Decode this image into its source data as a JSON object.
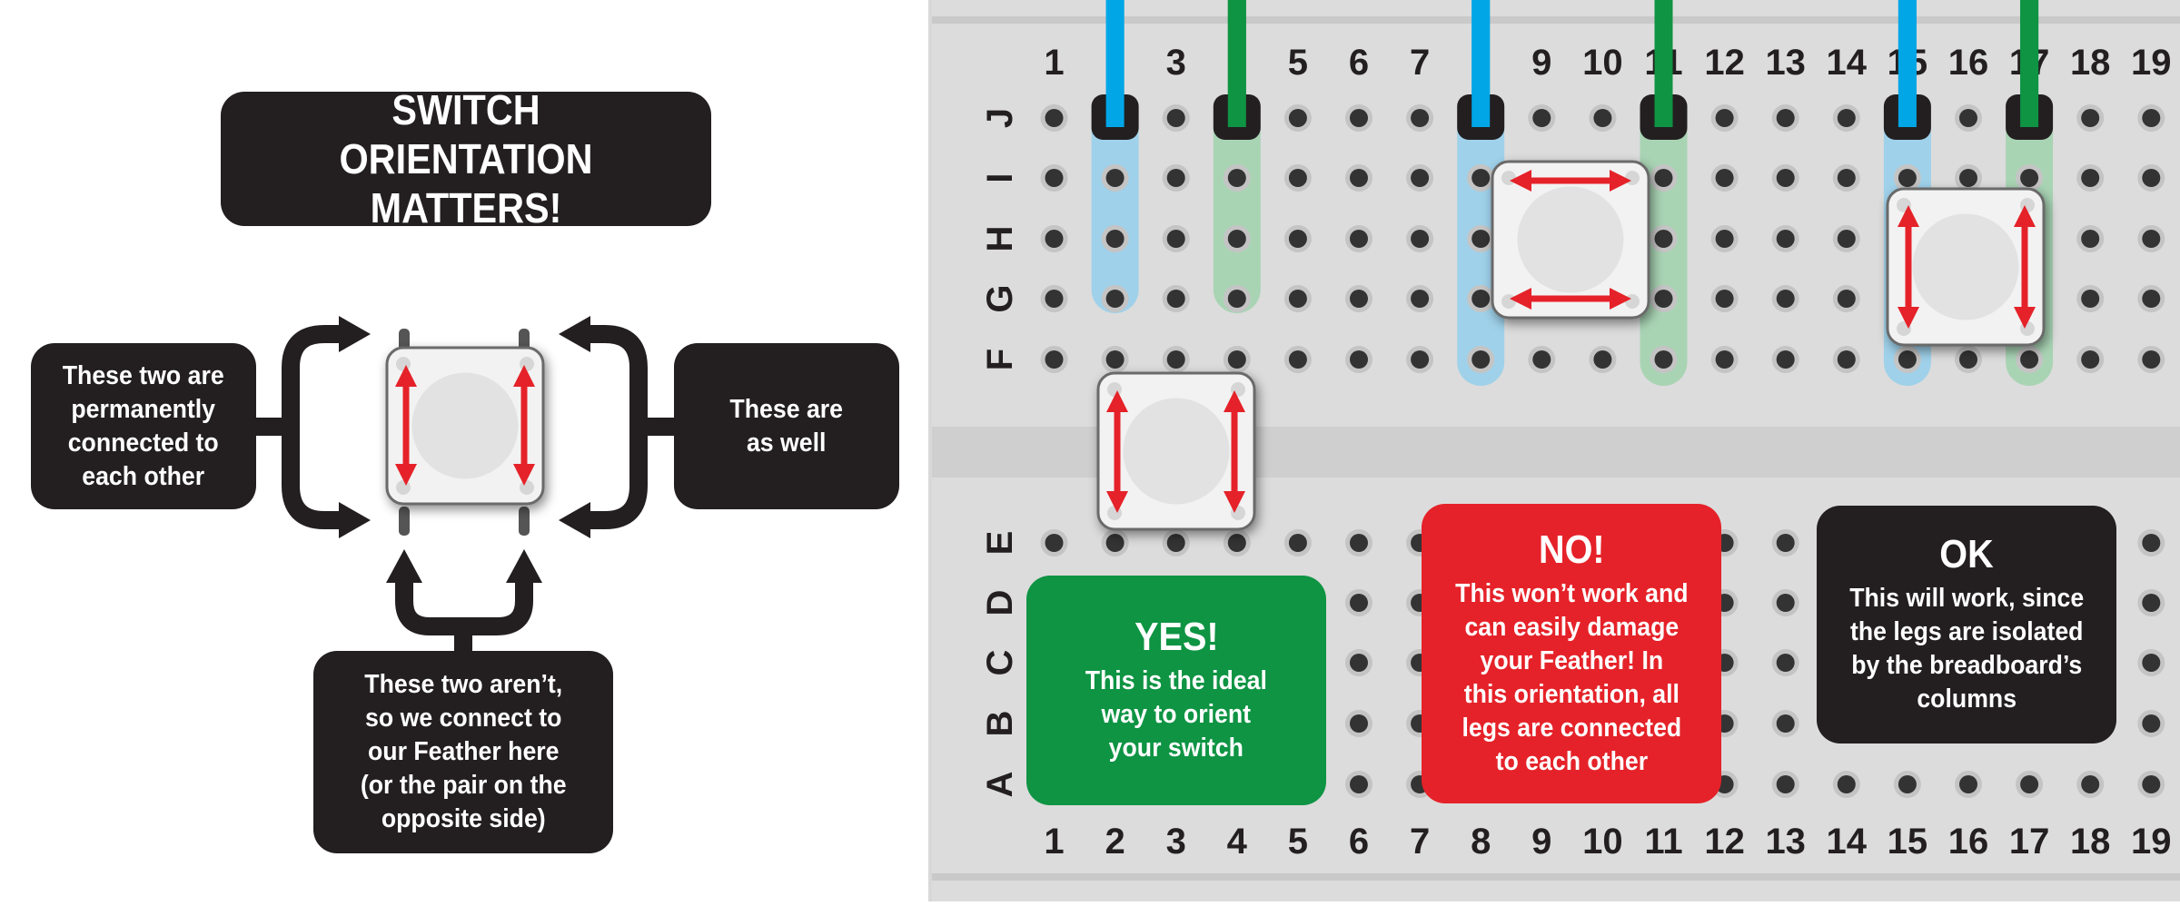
{
  "title": "SWITCH ORIENTATION\nMATTERS!",
  "left_callouts": {
    "left": "These two are\npermanently\nconnected to\neach other",
    "right": "These are\nas well",
    "bottom": "These two aren’t,\nso we connect to\nour Feather here\n(or the pair on the\nopposite side)"
  },
  "breadboard": {
    "columns": [
      "1",
      "2",
      "3",
      "4",
      "5",
      "6",
      "7",
      "8",
      "9",
      "10",
      "11",
      "12",
      "13",
      "14",
      "15",
      "16",
      "17",
      "18",
      "19"
    ],
    "top_rows": [
      "J",
      "I",
      "H",
      "G",
      "F"
    ],
    "bottom_rows": [
      "E",
      "D",
      "C",
      "B",
      "A"
    ],
    "top_numbers_visible": [
      "1",
      "3",
      "5",
      "6",
      "7",
      "9",
      "10",
      "11",
      "12",
      "13",
      "14",
      "15",
      "16",
      "17",
      "18",
      "19"
    ],
    "wires": [
      {
        "column": "2",
        "color": "#00a6e6",
        "highlight": "#9fd1ea"
      },
      {
        "column": "4",
        "color": "#0e9443",
        "highlight": "#a9d4b4"
      },
      {
        "column": "8",
        "color": "#00a6e6",
        "highlight": "#9fd1ea"
      },
      {
        "column": "11",
        "color": "#0e9443",
        "highlight": "#a9d4b4"
      },
      {
        "column": "15",
        "color": "#00a6e6",
        "highlight": "#9fd1ea"
      },
      {
        "column": "17",
        "color": "#0e9443",
        "highlight": "#a9d4b4"
      }
    ],
    "switches": [
      {
        "label": "yes",
        "columns": [
          "2",
          "4"
        ],
        "arrows": "vertical"
      },
      {
        "label": "no",
        "columns": [
          "8",
          "11"
        ],
        "arrows": "horizontal"
      },
      {
        "label": "ok",
        "columns": [
          "15",
          "17"
        ],
        "arrows": "vertical"
      }
    ]
  },
  "badges": {
    "yes": {
      "heading": "YES!",
      "text": "This is the ideal\nway to orient\nyour switch",
      "color": "#0e9443"
    },
    "no": {
      "heading": "NO!",
      "text": "This won’t work and\ncan easily damage\nyour Feather! In\nthis orientation, all\nlegs are connected\nto each other",
      "color": "#e52229"
    },
    "ok": {
      "heading": "OK",
      "text": "This will work, since\nthe legs are isolated\nby the breadboard’s\ncolumns",
      "color": "#231f20"
    }
  },
  "colors": {
    "arrow_red": "#e52229",
    "dark": "#231f20",
    "board": "#dcdcdc"
  }
}
